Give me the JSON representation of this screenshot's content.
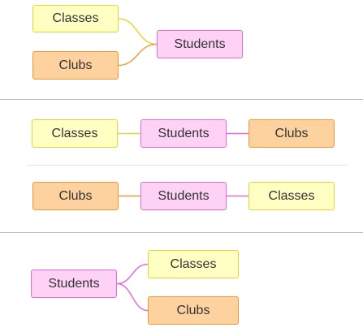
{
  "colors": {
    "classes_fill": "#ffffc4",
    "classes_border": "#e8d23a",
    "clubs_fill": "#fdd29e",
    "clubs_border": "#ec9a3a",
    "students_fill": "#fdd2f5",
    "students_border": "#e66ad7",
    "divider_major": "#bbbbbb",
    "divider_minor": "#e4e4e4"
  },
  "diagrams": [
    {
      "nodes": [
        {
          "id": "d1-classes",
          "label": "Classes",
          "kind": "classes"
        },
        {
          "id": "d1-clubs",
          "label": "Clubs",
          "kind": "clubs"
        },
        {
          "id": "d1-students",
          "label": "Students",
          "kind": "students"
        }
      ],
      "edges": [
        {
          "from": "d1-classes",
          "to": "d1-students"
        },
        {
          "from": "d1-clubs",
          "to": "d1-students"
        }
      ]
    },
    {
      "nodes": [
        {
          "id": "d2-classes",
          "label": "Classes",
          "kind": "classes"
        },
        {
          "id": "d2-students",
          "label": "Students",
          "kind": "students"
        },
        {
          "id": "d2-clubs",
          "label": "Clubs",
          "kind": "clubs"
        }
      ],
      "edges": [
        {
          "from": "d2-classes",
          "to": "d2-students"
        },
        {
          "from": "d2-students",
          "to": "d2-clubs"
        }
      ]
    },
    {
      "nodes": [
        {
          "id": "d3-clubs",
          "label": "Clubs",
          "kind": "clubs"
        },
        {
          "id": "d3-students",
          "label": "Students",
          "kind": "students"
        },
        {
          "id": "d3-classes",
          "label": "Classes",
          "kind": "classes"
        }
      ],
      "edges": [
        {
          "from": "d3-clubs",
          "to": "d3-students"
        },
        {
          "from": "d3-students",
          "to": "d3-classes"
        }
      ]
    },
    {
      "nodes": [
        {
          "id": "d4-students",
          "label": "Students",
          "kind": "students"
        },
        {
          "id": "d4-classes",
          "label": "Classes",
          "kind": "classes"
        },
        {
          "id": "d4-clubs",
          "label": "Clubs",
          "kind": "clubs"
        }
      ],
      "edges": [
        {
          "from": "d4-students",
          "to": "d4-classes"
        },
        {
          "from": "d4-students",
          "to": "d4-clubs"
        }
      ]
    }
  ]
}
